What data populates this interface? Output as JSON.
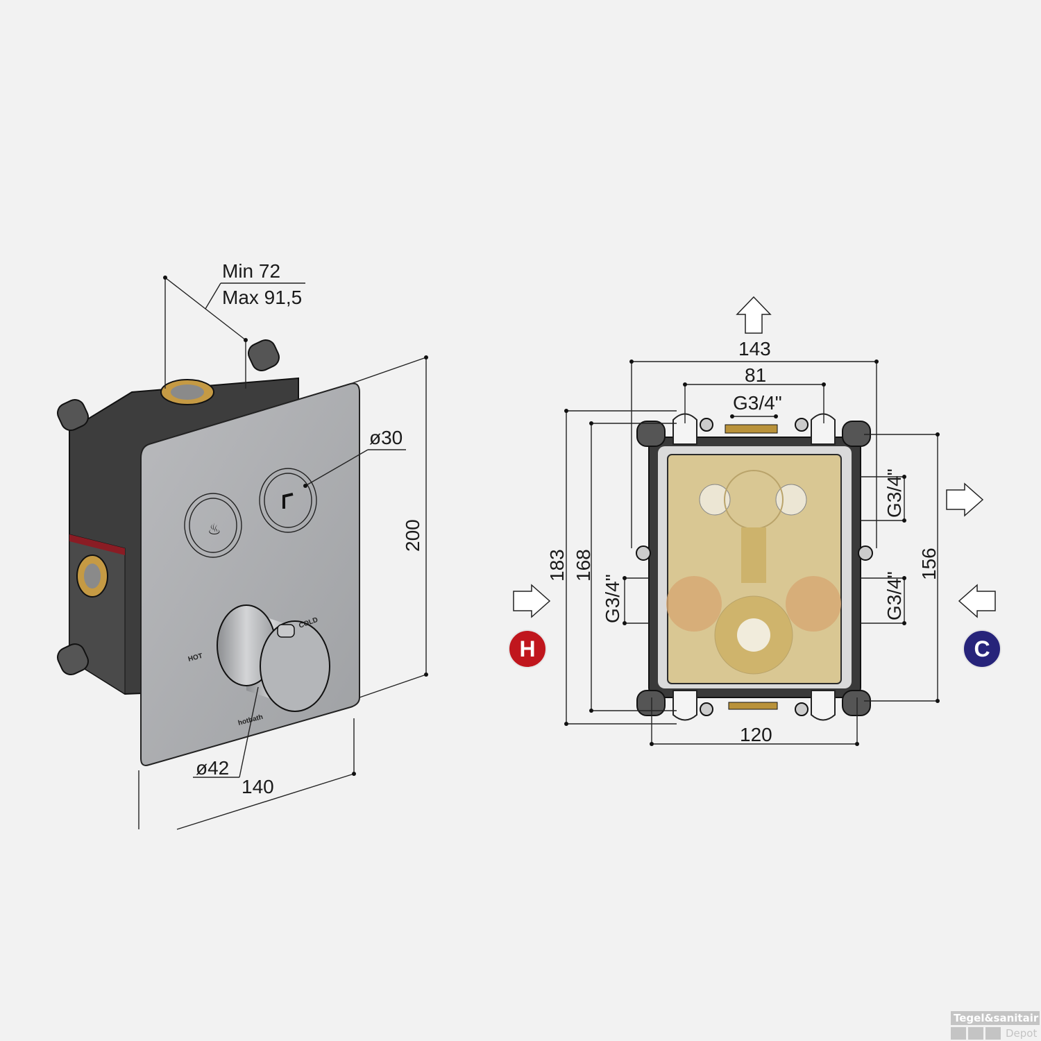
{
  "left_view": {
    "depth_min": "Min 72",
    "depth_max": "Max 91,5",
    "button_diameter": "ø30",
    "height": "200",
    "width": "140",
    "knob_diameter": "ø42",
    "label_hot": "HOT",
    "label_cold": "COLD",
    "brand": "hotbath"
  },
  "right_view": {
    "width_overall": "143",
    "hole_spacing": "81",
    "outlet_top": "G3/4\"",
    "width_box": "120",
    "height_overall": "183",
    "height_mid": "168",
    "height_right": "156",
    "inlet_left": "G3/4\"",
    "outlet_right_upper": "G3/4\"",
    "inlet_right": "G3/4\"",
    "hot_badge": "H",
    "cold_badge": "C"
  },
  "colors": {
    "hot": "#c0161d",
    "cold": "#27247a",
    "plate": "#a9abae",
    "box": "#3a3a3a",
    "brass": "#d6b46a"
  },
  "watermark": {
    "line1": "Tegel&sanitair",
    "line2": "Depot"
  }
}
